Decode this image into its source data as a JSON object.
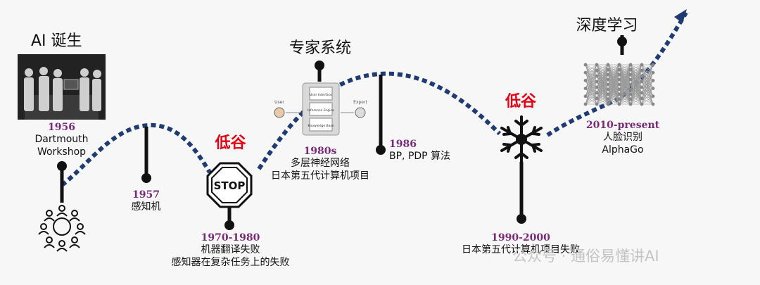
{
  "milestones": {
    "birth": {
      "heading": "AI 诞生",
      "year": "1956",
      "line1": "Dartmouth",
      "line2": "Workshop"
    },
    "perceptron": {
      "year": "1957",
      "line1": "感知机"
    },
    "winter1": {
      "tag": "低谷",
      "year": "1970-1980",
      "line1": "机器翻译失败",
      "line2": "感知器在复杂任务上的失败"
    },
    "expert": {
      "heading": "专家系统",
      "year": "1980s",
      "line1": "多层神经网络",
      "line2": "日本第五代计算机项目"
    },
    "bp": {
      "year": "1986",
      "line1": "BP, PDP 算法"
    },
    "winter2": {
      "tag": "低谷",
      "year": "1990-2000",
      "line1": "日本第五代计算机项目失败"
    },
    "deep": {
      "heading": "深度学习",
      "year": "2010-present",
      "line1": "人脸识别",
      "line2": "AlphaGo"
    }
  },
  "stop_sign": {
    "text": "STOP"
  },
  "expert_diagram": {
    "user": "User",
    "expert": "Expert",
    "box1": "User Interface",
    "box2": "Inference Engine",
    "box3": "Knowledge Base"
  },
  "watermark": "公众号 · 通俗易懂讲AI",
  "colors": {
    "curve": "#1f3b73",
    "stem": "#111111",
    "year": "#7b2a79",
    "alert": "#e60012"
  }
}
